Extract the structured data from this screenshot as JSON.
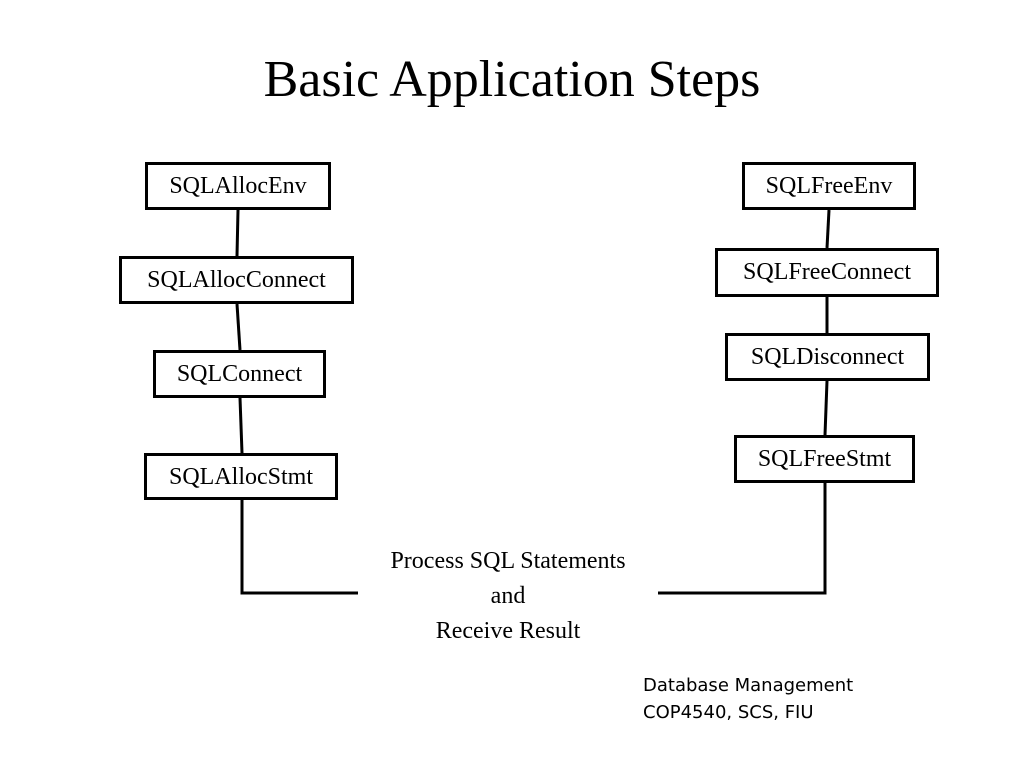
{
  "title": "Basic Application Steps",
  "left_steps": [
    "SQLAllocEnv",
    "SQLAllocConnect",
    "SQLConnect",
    "SQLAllocStmt"
  ],
  "right_steps": [
    "SQLFreeEnv",
    "SQLFreeConnect",
    "SQLDisconnect",
    "SQLFreeStmt"
  ],
  "center": {
    "line1": "Process SQL Statements",
    "line2": "and",
    "line3": "Receive Result"
  },
  "footer": {
    "line1": "Database Management",
    "line2": "COP4540, SCS, FIU"
  },
  "colors": {
    "stroke": "#000000",
    "background": "#ffffff"
  }
}
